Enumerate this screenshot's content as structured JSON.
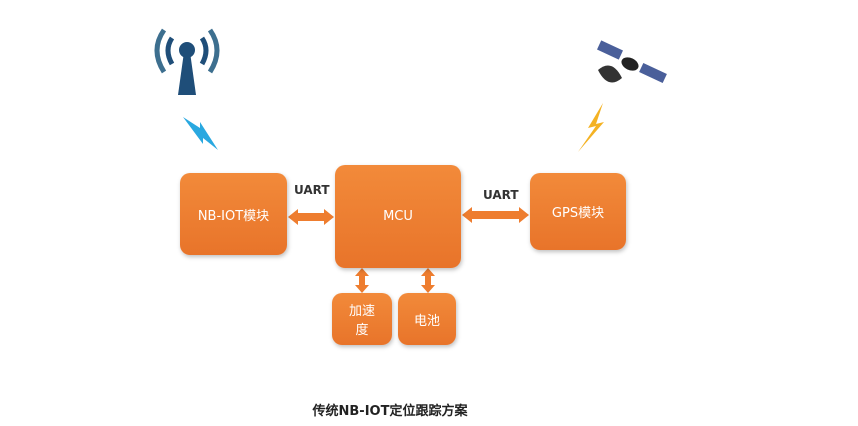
{
  "blocks": {
    "nbiot": "NB-IOT模块",
    "mcu": "MCU",
    "gps": "GPS模块",
    "accel": "加速度",
    "battery": "电池"
  },
  "links": {
    "left": "UART",
    "right": "UART"
  },
  "caption": "传统NB-IOT定位跟踪方案",
  "colors": {
    "block": "#ee7d2f",
    "blue_bolt": "#29a8e0",
    "yellow_bolt": "#f4b223",
    "antenna": "#1f4e79"
  }
}
